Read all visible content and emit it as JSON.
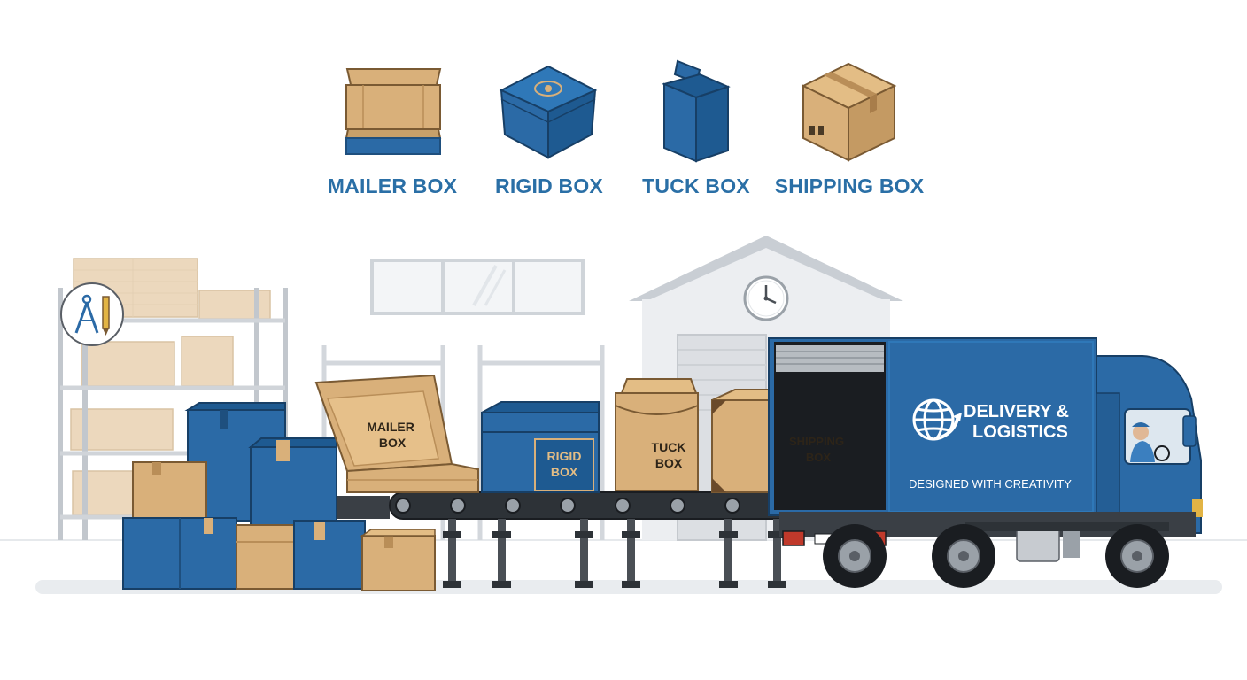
{
  "box_types": [
    {
      "name": "MAILER BOX",
      "icon": "mailer-box-icon"
    },
    {
      "name": "RIGID BOX",
      "icon": "rigid-box-icon"
    },
    {
      "name": "TUCK BOX",
      "icon": "tuck-box-icon"
    },
    {
      "name": "SHIPPING BOX",
      "icon": "shipping-box-icon"
    }
  ],
  "conveyor_boxes": {
    "mailer": [
      "MAILER",
      "BOX"
    ],
    "rigid": [
      "RIGID",
      "BOX"
    ],
    "tuck": [
      "TUCK",
      "BOX"
    ],
    "shipping": [
      "SHIPPING",
      "BOX"
    ]
  },
  "truck": {
    "brand_line1": "DELIVERY &",
    "brand_line2": "LOGISTICS",
    "tagline": "DESIGNED WITH CREATIVITY"
  },
  "colors": {
    "brand_blue": "#2b6aa6",
    "dark_blue": "#1e4f7e",
    "kraft": "#d9b07a",
    "kraft_dark": "#b98e58",
    "text_blue": "#2a6fa6"
  },
  "icons": [
    "design-tools-icon",
    "globe-arrow-icon",
    "clock-icon"
  ]
}
